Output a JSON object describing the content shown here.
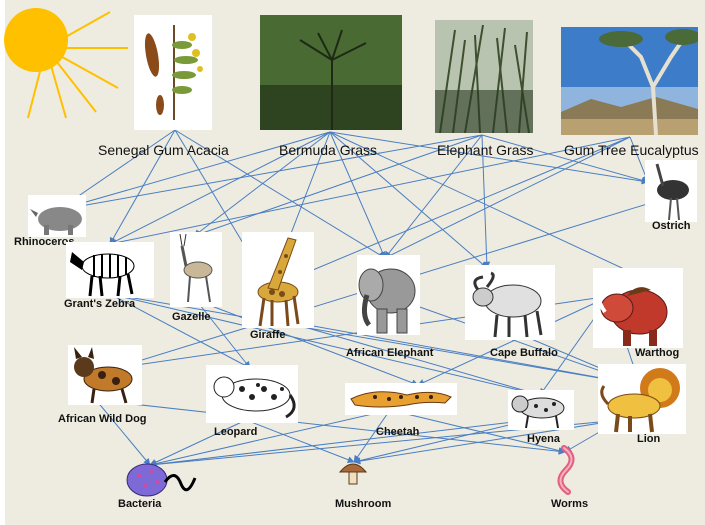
{
  "nodes": {
    "senegal_gum_acacia": "Senegal Gum Acacia",
    "bermuda_grass": "Bermuda Grass",
    "elephant_grass": "Elephant Grass",
    "gum_tree_eucalyptus": "Gum Tree Eucalyptus",
    "rhinoceros": "Rhinoceros",
    "ostrich": "Ostrich",
    "grants_zebra": "Grant's Zebra",
    "gazelle": "Gazelle",
    "giraffe": "Giraffe",
    "african_elephant": "African Elephant",
    "cape_buffalo": "Cape Buffalo",
    "warthog": "Warthog",
    "african_wild_dog": "African Wild Dog",
    "leopard": "Leopard",
    "cheetah": "Cheetah",
    "hyena": "Hyena",
    "lion": "Lion",
    "bacteria": "Bacteria",
    "mushroom": "Mushroom",
    "worms": "Worms"
  },
  "colors": {
    "background": "#eeece0",
    "arrow": "#4a7ec2",
    "sun": "#ffc000"
  },
  "links": [
    [
      "senegal_gum_acacia",
      "rhinoceros"
    ],
    [
      "senegal_gum_acacia",
      "grants_zebra"
    ],
    [
      "senegal_gum_acacia",
      "giraffe"
    ],
    [
      "senegal_gum_acacia",
      "african_elephant"
    ],
    [
      "bermuda_grass",
      "rhinoceros"
    ],
    [
      "bermuda_grass",
      "grants_zebra"
    ],
    [
      "bermuda_grass",
      "gazelle"
    ],
    [
      "bermuda_grass",
      "giraffe"
    ],
    [
      "bermuda_grass",
      "african_elephant"
    ],
    [
      "bermuda_grass",
      "cape_buffalo"
    ],
    [
      "bermuda_grass",
      "warthog"
    ],
    [
      "bermuda_grass",
      "ostrich"
    ],
    [
      "elephant_grass",
      "rhinoceros"
    ],
    [
      "elephant_grass",
      "african_elephant"
    ],
    [
      "elephant_grass",
      "cape_buffalo"
    ],
    [
      "elephant_grass",
      "ostrich"
    ],
    [
      "elephant_grass",
      "gazelle"
    ],
    [
      "gum_tree_eucalyptus",
      "giraffe"
    ],
    [
      "gum_tree_eucalyptus",
      "african_elephant"
    ],
    [
      "gum_tree_eucalyptus",
      "ostrich"
    ],
    [
      "gum_tree_eucalyptus",
      "grants_zebra"
    ],
    [
      "grants_zebra",
      "leopard"
    ],
    [
      "grants_zebra",
      "hyena"
    ],
    [
      "grants_zebra",
      "lion"
    ],
    [
      "gazelle",
      "leopard"
    ],
    [
      "gazelle",
      "cheetah"
    ],
    [
      "giraffe",
      "lion"
    ],
    [
      "giraffe",
      "hyena"
    ],
    [
      "african_elephant",
      "lion"
    ],
    [
      "cape_buffalo",
      "lion"
    ],
    [
      "warthog",
      "african_wild_dog"
    ],
    [
      "warthog",
      "lion"
    ],
    [
      "warthog",
      "hyena"
    ],
    [
      "warthog",
      "cheetah"
    ],
    [
      "ostrich",
      "african_wild_dog"
    ],
    [
      "african_wild_dog",
      "bacteria"
    ],
    [
      "african_wild_dog",
      "worms"
    ],
    [
      "leopard",
      "bacteria"
    ],
    [
      "leopard",
      "mushroom"
    ],
    [
      "cheetah",
      "bacteria"
    ],
    [
      "cheetah",
      "worms"
    ],
    [
      "cheetah",
      "mushroom"
    ],
    [
      "hyena",
      "bacteria"
    ],
    [
      "hyena",
      "mushroom"
    ],
    [
      "lion",
      "bacteria"
    ],
    [
      "lion",
      "mushroom"
    ],
    [
      "lion",
      "worms"
    ]
  ]
}
